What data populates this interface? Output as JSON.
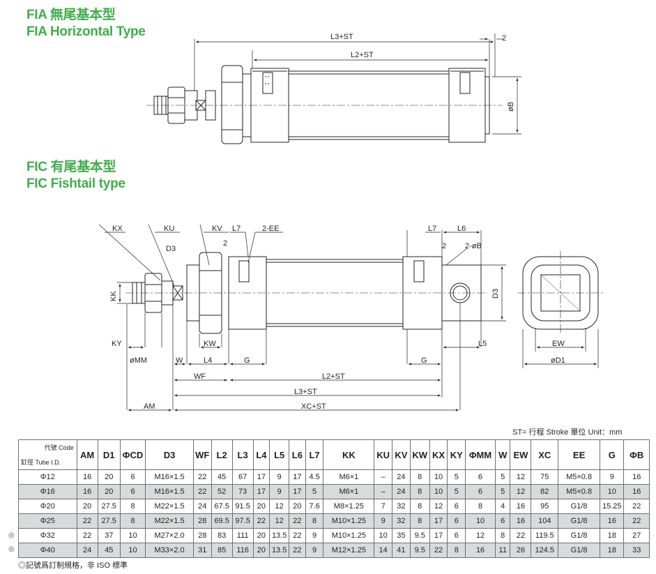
{
  "titles": {
    "fia_cn": "FIA 無尾基本型",
    "fia_en": "FIA Horizontal Type",
    "fic_cn": "FIC 有尾基本型",
    "fic_en": "FIC Fishtail type"
  },
  "dims_top": {
    "l3st": "L3+ST",
    "l2st": "L2+ST",
    "two": "2",
    "ob": "øB"
  },
  "dims_fic": {
    "kx": "KX",
    "ku": "KU",
    "kv": "KV",
    "l7a": "L7",
    "ee": "2-EE",
    "d3": "D3",
    "two_a": "2",
    "kk": "KK",
    "ky": "KY",
    "kw": "KW",
    "omm": "øMM",
    "w": "W",
    "l4": "L4",
    "ga": "G",
    "wf": "WF",
    "l2st": "L2+ST",
    "l3st": "L3+ST",
    "am": "AM",
    "xcst": "XC+ST",
    "l7b": "L7",
    "l6": "L6",
    "two_b": "2",
    "cdb": "2-øB",
    "d3r": "D3",
    "l5": "L5",
    "gb": "G",
    "ew": "EW",
    "od1": "øD1"
  },
  "units_note": "ST= 行程 Stroke    單位 Unit：mm",
  "table": {
    "corner_code": "代號 Code",
    "corner_id": "缸徑 Tube I.D.",
    "headers": [
      "AM",
      "D1",
      "ΦCD",
      "D3",
      "WF",
      "L2",
      "L3",
      "L4",
      "L5",
      "L6",
      "L7",
      "KK",
      "KU",
      "KV",
      "KW",
      "KX",
      "KY",
      "ΦMM",
      "W",
      "EW",
      "XC",
      "EE",
      "G",
      "ΦB"
    ],
    "rows": [
      {
        "bore": "Φ12",
        "mark": "",
        "cells": [
          "16",
          "20",
          "6",
          "M16×1.5",
          "22",
          "45",
          "67",
          "17",
          "9",
          "17",
          "4.5",
          "M6×1",
          "–",
          "24",
          "8",
          "10",
          "5",
          "6",
          "5",
          "12",
          "75",
          "M5×0.8",
          "9",
          "16"
        ]
      },
      {
        "bore": "Φ16",
        "mark": "",
        "cells": [
          "16",
          "20",
          "6",
          "M16×1.5",
          "22",
          "52",
          "73",
          "17",
          "9",
          "17",
          "5",
          "M6×1",
          "–",
          "24",
          "8",
          "10",
          "5",
          "6",
          "5",
          "12",
          "82",
          "M5×0.8",
          "10",
          "16"
        ]
      },
      {
        "bore": "Φ20",
        "mark": "",
        "cells": [
          "20",
          "27.5",
          "8",
          "M22×1.5",
          "24",
          "67.5",
          "91.5",
          "20",
          "12",
          "20",
          "7.6",
          "M8×1.25",
          "7",
          "32",
          "8",
          "12",
          "6",
          "8",
          "4",
          "16",
          "95",
          "G1/8",
          "15.25",
          "22"
        ]
      },
      {
        "bore": "Φ25",
        "mark": "",
        "cells": [
          "22",
          "27.5",
          "8",
          "M22×1.5",
          "28",
          "69.5",
          "97.5",
          "22",
          "12",
          "22",
          "8",
          "M10×1.25",
          "9",
          "32",
          "8",
          "17",
          "6",
          "10",
          "6",
          "16",
          "104",
          "G1/8",
          "16",
          "22"
        ]
      },
      {
        "bore": "Φ32",
        "mark": "◎",
        "cells": [
          "22",
          "37",
          "10",
          "M27×2.0",
          "28",
          "83",
          "111",
          "20",
          "13.5",
          "22",
          "9",
          "M10×1.25",
          "10",
          "35",
          "9.5",
          "17",
          "6",
          "12",
          "8",
          "22",
          "119.5",
          "G1/8",
          "18",
          "27"
        ]
      },
      {
        "bore": "Φ40",
        "mark": "◎",
        "cells": [
          "24",
          "45",
          "10",
          "M33×2.0",
          "31",
          "85",
          "116",
          "20",
          "13.5",
          "22",
          "9",
          "M12×1.25",
          "14",
          "41",
          "9.5",
          "22",
          "8",
          "16",
          "11",
          "26",
          "124.5",
          "G1/8",
          "18",
          "33"
        ]
      }
    ],
    "footnote": "◎記號爲訂制規格，非 ISO 標準"
  },
  "colors": {
    "title_green": "#3fae49",
    "stripe": "#d9dadb",
    "line": "#231f20"
  }
}
